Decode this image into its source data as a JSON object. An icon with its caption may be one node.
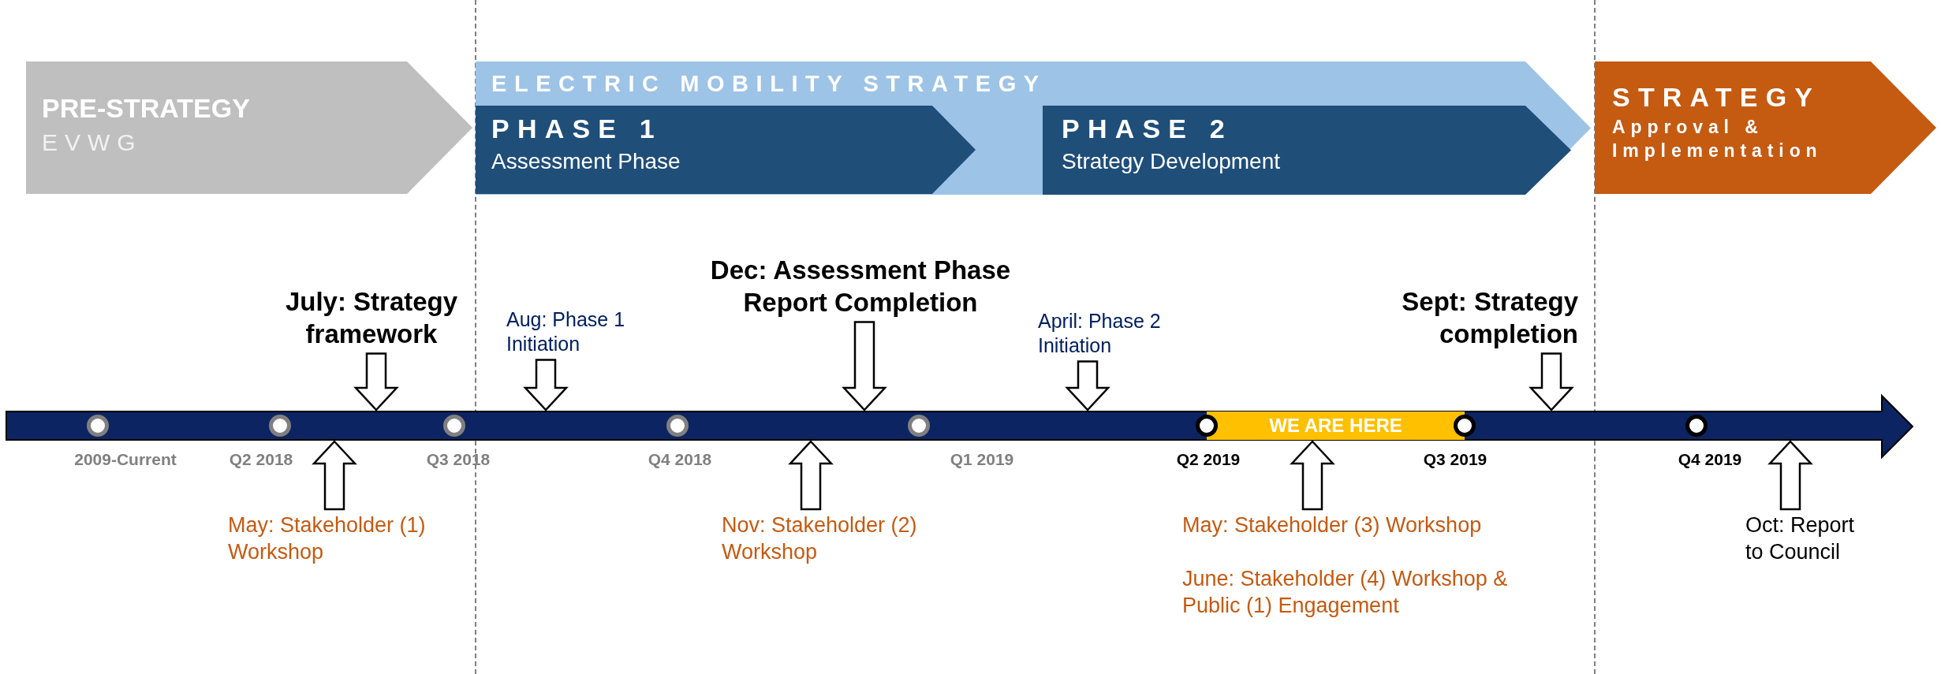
{
  "diagram": {
    "nodes": [
      {
        "text": [
          "PRE-STRATEGY",
          "EVWG"
        ]
      },
      {
        "text": [
          "ELECTRIC MOBILITY STRATEGY"
        ]
      },
      {
        "text": [
          "PHASE 1",
          "Assessment Phase"
        ],
        "in": 1
      },
      {
        "text": [
          "PHASE 2",
          "Strategy Development"
        ],
        "in": 1
      },
      {
        "text": [
          "STRATEGY",
          "Approval & Implementation"
        ]
      },
      {
        "text": [
          "July: Strategy framework"
        ]
      },
      {
        "text": [
          "Aug: Phase 1 Initiation"
        ]
      },
      {
        "text": [
          "Dec: Assessment Phase Report Completion"
        ]
      },
      {
        "text": [
          "April: Phase 2 Initiation"
        ]
      },
      {
        "text": [
          "Sept: Strategy completion"
        ]
      },
      {
        "text": [],
        "shape": "bar"
      },
      {
        "text": [
          "WE ARE HERE"
        ],
        "in": 10
      },
      {
        "text": [
          "May: Stakeholder (1) Workshop"
        ]
      },
      {
        "text": [
          "Nov: Stakeholder (2) Workshop"
        ]
      },
      {
        "text": [
          "May: Stakeholder (3) Workshop"
        ]
      },
      {
        "text": [
          "June: Stakeholder (4) Workshop & Public (1) Engagement"
        ]
      },
      {
        "text": [
          "Oct: Report to Council"
        ]
      }
    ],
    "edges": [
      {
        "from": 5,
        "to": 10,
        "arrow": "to"
      },
      {
        "from": 6,
        "to": 10,
        "arrow": "to"
      },
      {
        "from": 7,
        "to": 10,
        "arrow": "to"
      },
      {
        "from": 8,
        "to": 10,
        "arrow": "to"
      },
      {
        "from": 9,
        "to": 10,
        "arrow": "to"
      },
      {
        "from": 12,
        "to": 10,
        "arrow": "to"
      },
      {
        "from": 13,
        "to": 10,
        "arrow": "to"
      },
      {
        "from": 14,
        "to": 10,
        "arrow": "to"
      },
      {
        "from": 16,
        "to": 10,
        "arrow": "to"
      }
    ],
    "labels": [
      "2009-Current",
      "Q2 2018",
      "Q3 2018",
      "Q4 2018",
      "Q1 2019",
      "Q2 2019",
      "Q3 2019",
      "Q4 2019"
    ]
  }
}
